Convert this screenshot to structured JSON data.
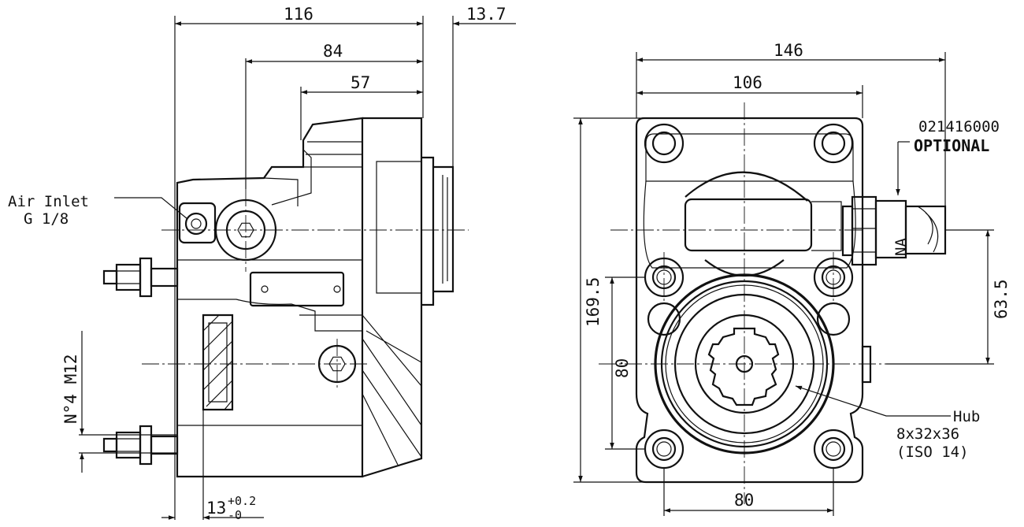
{
  "dimensions": {
    "d116": "116",
    "d13_7": "13.7",
    "d84": "84",
    "d57": "57",
    "d146": "146",
    "d106": "106",
    "d169_5": "169.5",
    "d80_vertical": "80",
    "d63_5": "63.5",
    "d80_bottom": "80",
    "d13_base": "13",
    "d13_tol_plus": "+0.2",
    "d13_tol_minus": "-0"
  },
  "labels": {
    "air_inlet_line1": "Air Inlet",
    "air_inlet_line2": "G 1/8",
    "bolts": "N°4 M12",
    "part_number": "021416000",
    "optional": "OPTIONAL",
    "na": "NA",
    "hub_line1": "Hub",
    "hub_line2": "8x32x36",
    "hub_line3": "(ISO 14)"
  }
}
